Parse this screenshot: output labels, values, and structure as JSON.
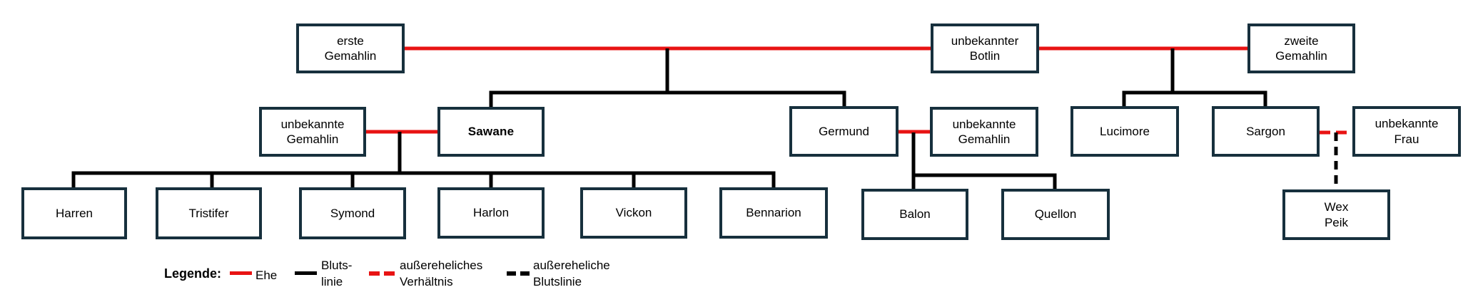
{
  "nodes": {
    "erste_gemahlin": {
      "label": "erste\nGemahlin"
    },
    "unbekannter_botlin": {
      "label": "unbekannter\nBotlin"
    },
    "zweite_gemahlin": {
      "label": "zweite\nGemahlin"
    },
    "unbekannte_gemahlin_1": {
      "label": "unbekannte\nGemahlin"
    },
    "sawane": {
      "label": "Sawane"
    },
    "germund": {
      "label": "Germund"
    },
    "unbekannte_gemahlin_2": {
      "label": "unbekannte\nGemahlin"
    },
    "lucimore": {
      "label": "Lucimore"
    },
    "sargon": {
      "label": "Sargon"
    },
    "unbekannte_frau": {
      "label": "unbekannte\nFrau"
    },
    "harren": {
      "label": "Harren"
    },
    "tristifer": {
      "label": "Tristifer"
    },
    "symond": {
      "label": "Symond"
    },
    "harlon": {
      "label": "Harlon"
    },
    "vickon": {
      "label": "Vickon"
    },
    "bennarion": {
      "label": "Bennarion"
    },
    "balon": {
      "label": "Balon"
    },
    "quellon": {
      "label": "Quellon"
    },
    "wex_peik": {
      "label": "Wex\nPeik"
    }
  },
  "legend": {
    "title": "Legende:",
    "items": [
      {
        "line_style": "solid",
        "line_color": "marriage",
        "label": "Ehe"
      },
      {
        "line_style": "solid",
        "line_color": "bloodline",
        "label": "Bluts-\nlinie"
      },
      {
        "line_style": "dashed",
        "line_color": "marriage",
        "label": "außereheliches\nVerhältnis"
      },
      {
        "line_style": "dashed",
        "line_color": "bloodline",
        "label": "außereheliche\nBlutslinie"
      }
    ]
  },
  "colors": {
    "marriage": "#e81313",
    "bloodline": "#000000",
    "node_border": "#17303d",
    "node_fill": "#ffffff",
    "background": "#ffffff"
  },
  "relationships": {
    "marriages": [
      {
        "a": "erste_gemahlin",
        "b": "unbekannter_botlin",
        "type": "Ehe"
      },
      {
        "a": "unbekannter_botlin",
        "b": "zweite_gemahlin",
        "type": "Ehe"
      },
      {
        "a": "unbekannte_gemahlin_1",
        "b": "sawane",
        "type": "Ehe"
      },
      {
        "a": "germund",
        "b": "unbekannte_gemahlin_2",
        "type": "Ehe"
      },
      {
        "a": "sargon",
        "b": "unbekannte_frau",
        "type": "außereheliches Verhältnis"
      }
    ],
    "children": [
      {
        "parents": [
          "erste_gemahlin",
          "unbekannter_botlin"
        ],
        "kids": [
          "sawane",
          "germund"
        ],
        "type": "Blutslinie"
      },
      {
        "parents": [
          "unbekannter_botlin",
          "zweite_gemahlin"
        ],
        "kids": [
          "lucimore",
          "sargon"
        ],
        "type": "Blutslinie"
      },
      {
        "parents": [
          "unbekannte_gemahlin_1",
          "sawane"
        ],
        "kids": [
          "harren",
          "tristifer",
          "symond",
          "harlon",
          "vickon",
          "bennarion"
        ],
        "type": "Blutslinie"
      },
      {
        "parents": [
          "germund",
          "unbekannte_gemahlin_2"
        ],
        "kids": [
          "balon",
          "quellon"
        ],
        "type": "Blutslinie"
      },
      {
        "parents": [
          "sargon",
          "unbekannte_frau"
        ],
        "kids": [
          "wex_peik"
        ],
        "type": "außereheliche Blutslinie"
      }
    ]
  }
}
